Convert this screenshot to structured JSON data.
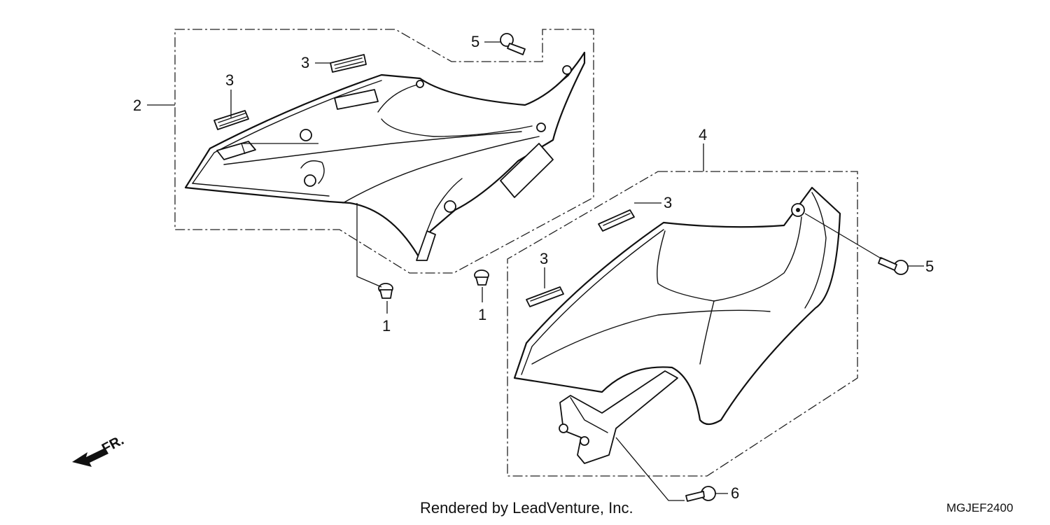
{
  "callouts": {
    "c1a": "1",
    "c1b": "1",
    "c2": "2",
    "c3a": "3",
    "c3b": "3",
    "c3c": "3",
    "c3d": "3",
    "c4": "4",
    "c5a": "5",
    "c5b": "5",
    "c6": "6"
  },
  "direction_label": "FR.",
  "credit": "Rendered by LeadVenture, Inc.",
  "diagram_code": "MGJEF2400"
}
